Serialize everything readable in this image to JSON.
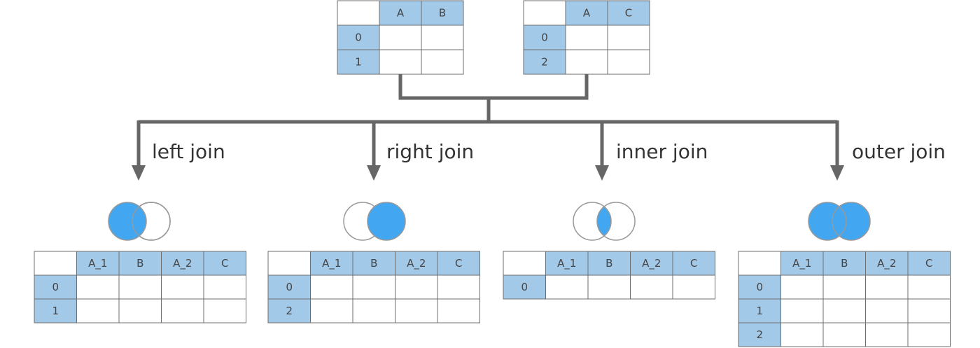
{
  "colors": {
    "header_fill": "#a3c9e8",
    "cell_fill": "#ffffff",
    "grid_stroke": "#6e6e6e",
    "connector": "#666666",
    "venn_fill": "#42a7f0",
    "venn_stroke": "#999999"
  },
  "source_tables": [
    {
      "columns": [
        "A",
        "B"
      ],
      "index": [
        "0",
        "1"
      ]
    },
    {
      "columns": [
        "A",
        "C"
      ],
      "index": [
        "0",
        "2"
      ]
    }
  ],
  "joins": [
    {
      "label": "left join",
      "venn": "left",
      "columns": [
        "A_1",
        "B",
        "A_2",
        "C"
      ],
      "index": [
        "0",
        "1"
      ]
    },
    {
      "label": "right join",
      "venn": "right",
      "columns": [
        "A_1",
        "B",
        "A_2",
        "C"
      ],
      "index": [
        "0",
        "2"
      ]
    },
    {
      "label": "inner join",
      "venn": "inner",
      "columns": [
        "A_1",
        "B",
        "A_2",
        "C"
      ],
      "index": [
        "0"
      ]
    },
    {
      "label": "outer join",
      "venn": "outer",
      "columns": [
        "A_1",
        "B",
        "A_2",
        "C"
      ],
      "index": [
        "0",
        "1",
        "2"
      ]
    }
  ]
}
